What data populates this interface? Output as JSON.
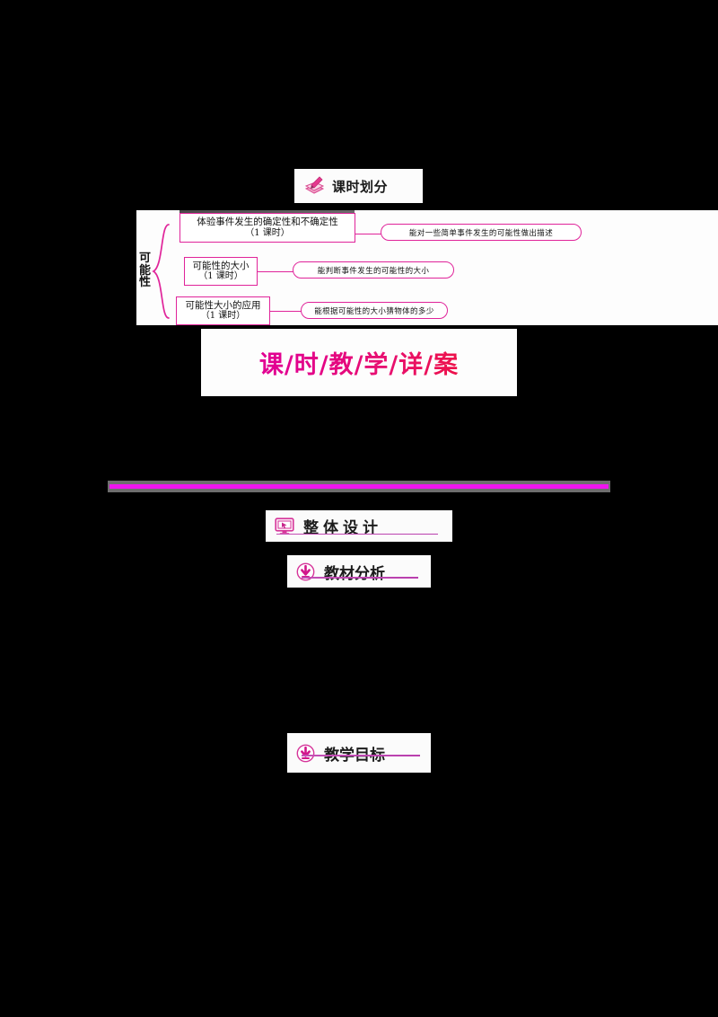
{
  "lesson_header": {
    "label": "课时划分",
    "icon": "book-pen-icon"
  },
  "title_band": {
    "text": "课/时/教/学/详/案",
    "gradient_from": "#e4009a",
    "gradient_to": "#f01030"
  },
  "diagram": {
    "root_label": "可能性",
    "nodes": [
      {
        "line1": "体验事件发生的确定性和不确定性",
        "line2": "（1 课时）"
      },
      {
        "line1": "可能性的大小",
        "line2": "（1 课时）"
      },
      {
        "line1": "可能性大小的应用",
        "line2": "（1 课时）"
      }
    ],
    "outcomes": [
      "能对一些简单事件发生的可能性做出描述",
      "能判断事件发生的可能性的大小",
      "能根据可能性的大小猜物体的多少"
    ],
    "accent_color": "#e0249a"
  },
  "separator": {
    "bar_color": "#6e6e6e",
    "line_color": "#ef14ef"
  },
  "sections": [
    {
      "title": "整体设计",
      "icon": "monitor-icon"
    },
    {
      "title": "教材分析",
      "icon": "download-circle-icon"
    },
    {
      "title": "教学目标",
      "icon": "download-circle-icon"
    }
  ]
}
